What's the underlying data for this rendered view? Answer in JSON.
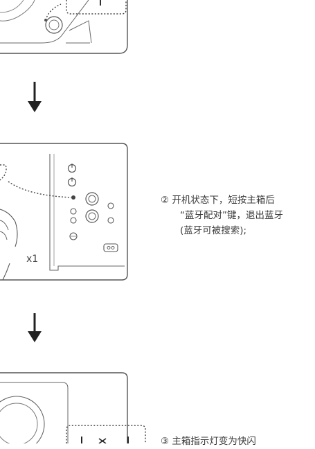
{
  "step2": {
    "line1": "② 开机状态下，短按主箱后",
    "line2": "“蓝牙配对”键，退出蓝牙",
    "line3": "(蓝牙可被搜索);"
  },
  "step3": {
    "line1": "③ 主箱指示灯变为快闪"
  },
  "illustration2": {
    "press_count": "x1"
  }
}
